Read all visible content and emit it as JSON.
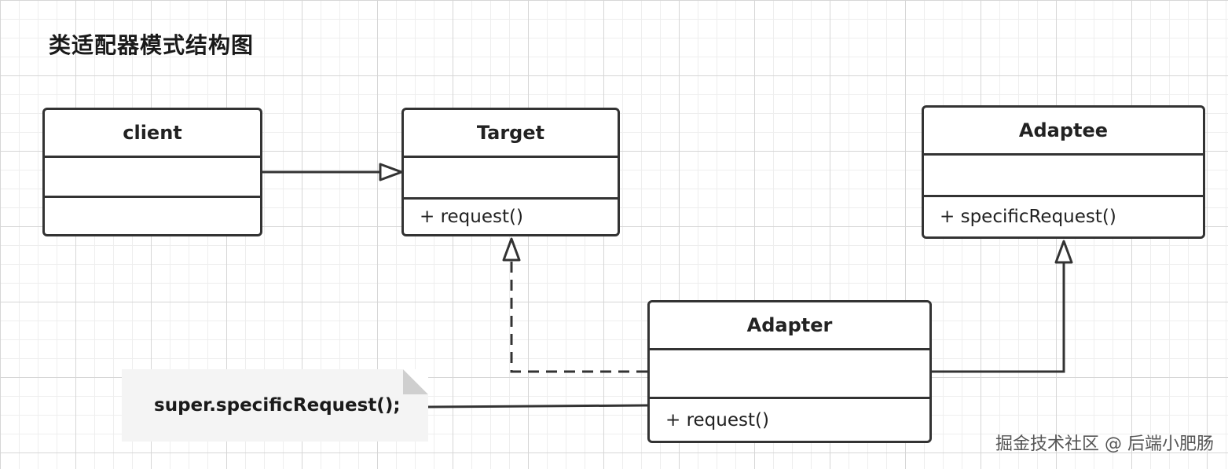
{
  "title": "类适配器模式结构图",
  "classes": {
    "client": {
      "name": "client",
      "attribute": "",
      "method": ""
    },
    "target": {
      "name": "Target",
      "attribute": "",
      "method": "+ request()"
    },
    "adaptee": {
      "name": "Adaptee",
      "attribute": "",
      "method": "+ specificRequest()"
    },
    "adapter": {
      "name": "Adapter",
      "attribute": "",
      "method": "+ request()"
    }
  },
  "note": {
    "text": "super.specificRequest();"
  },
  "watermark": "掘金技术社区 @ 后端小肥肠",
  "colors": {
    "line": "#333333",
    "note_background": "#f4f4f4",
    "grid_major": "#d6d6d6",
    "grid_minor": "#eeeeee"
  }
}
